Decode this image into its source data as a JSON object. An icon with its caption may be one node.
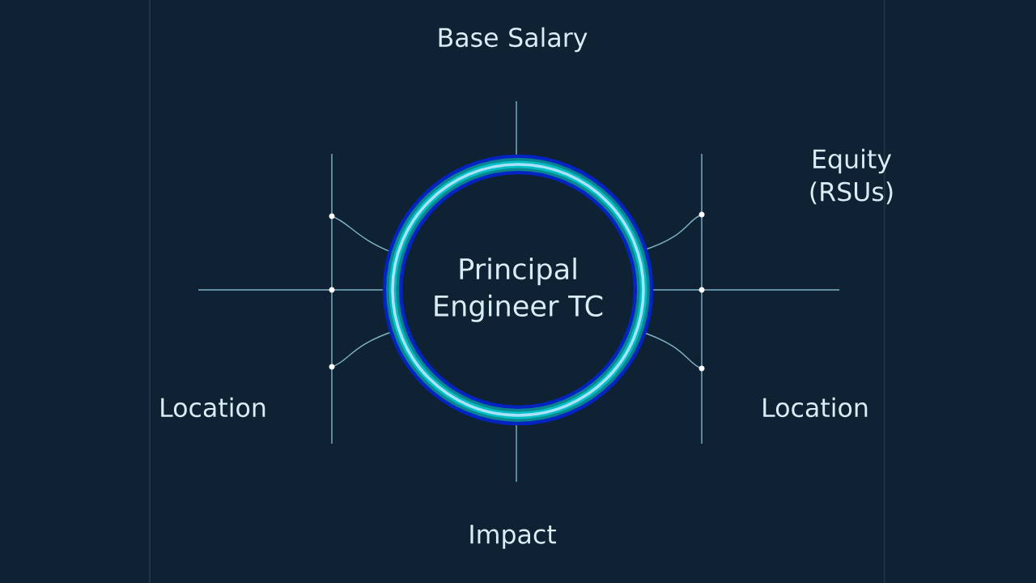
{
  "diagram": {
    "nodes": [
      {
        "text": [
          "Principal Engineer TC"
        ]
      }
    ],
    "labels": [
      "Base Salary",
      "Equity (RSUs)",
      "Location",
      "Location",
      "Impact"
    ]
  }
}
